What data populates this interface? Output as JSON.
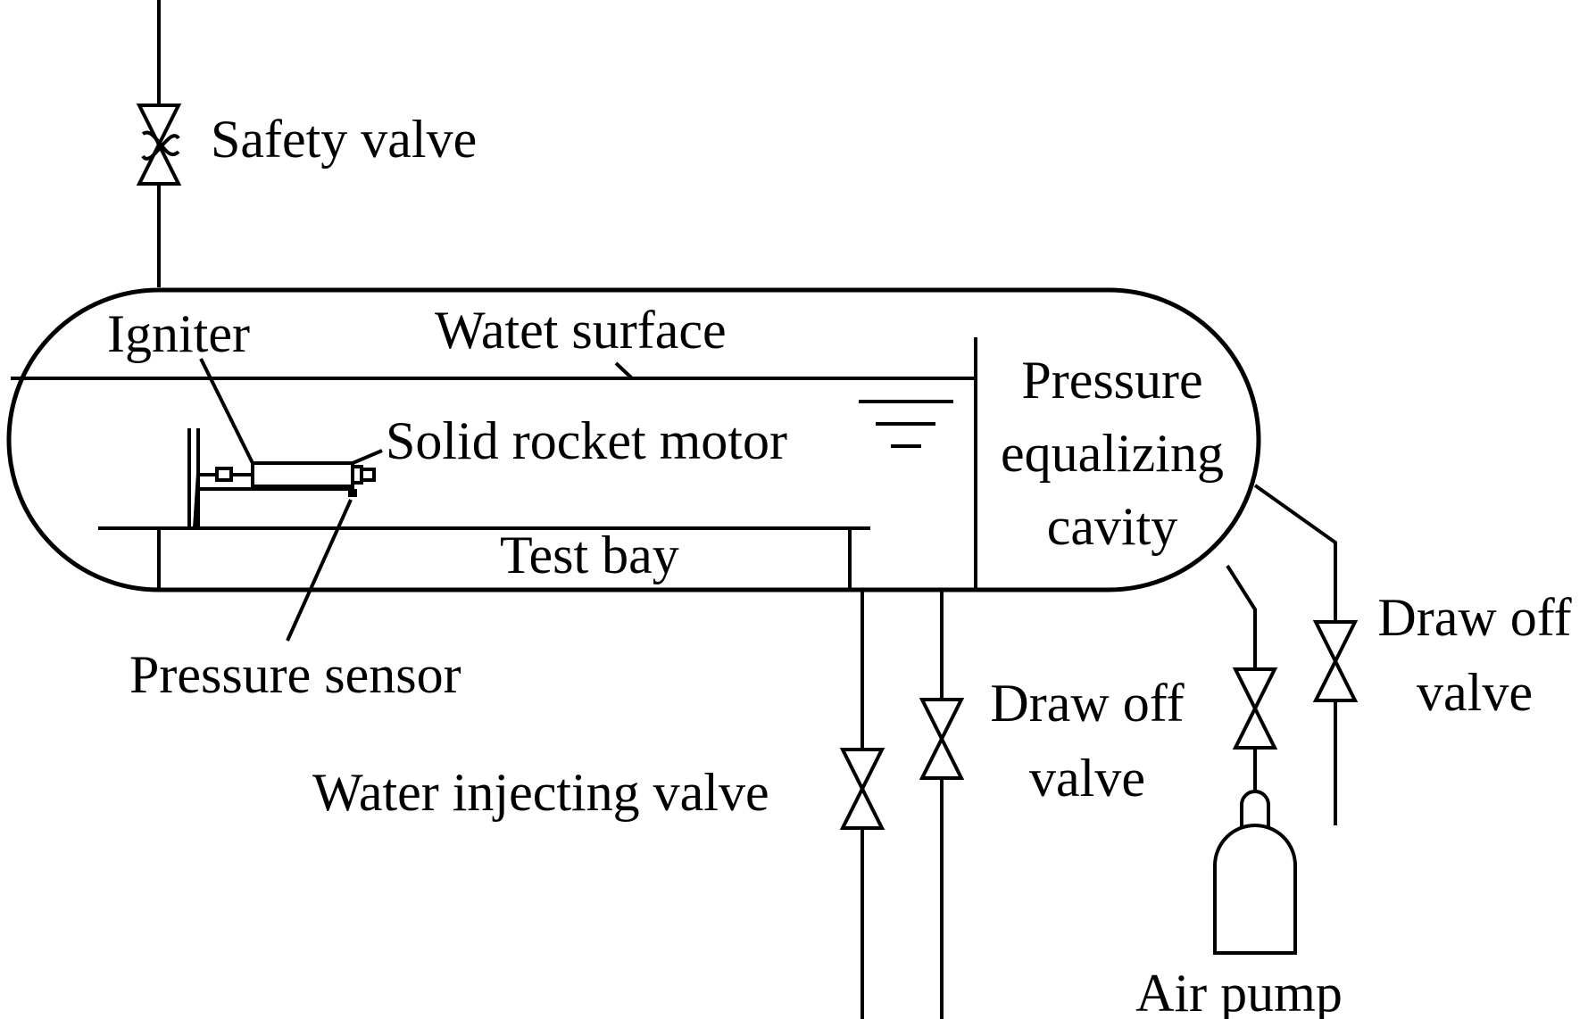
{
  "labels": {
    "safety_valve": "Safety valve",
    "igniter": "Igniter",
    "water_surface": "Watet surface",
    "solid_rocket_motor": "Solid rocket motor",
    "pressure_equalizing_line1": "Pressure",
    "pressure_equalizing_line2": "equalizing",
    "pressure_equalizing_line3": "cavity",
    "test_bay": "Test bay",
    "pressure_sensor": "Pressure sensor",
    "water_injecting_valve": "Water injecting valve",
    "draw_off_valve_1_line1": "Draw off",
    "draw_off_valve_1_line2": "valve",
    "draw_off_valve_2_line1": "Draw off",
    "draw_off_valve_2_line2": "valve",
    "air_pump": "Air pump"
  }
}
